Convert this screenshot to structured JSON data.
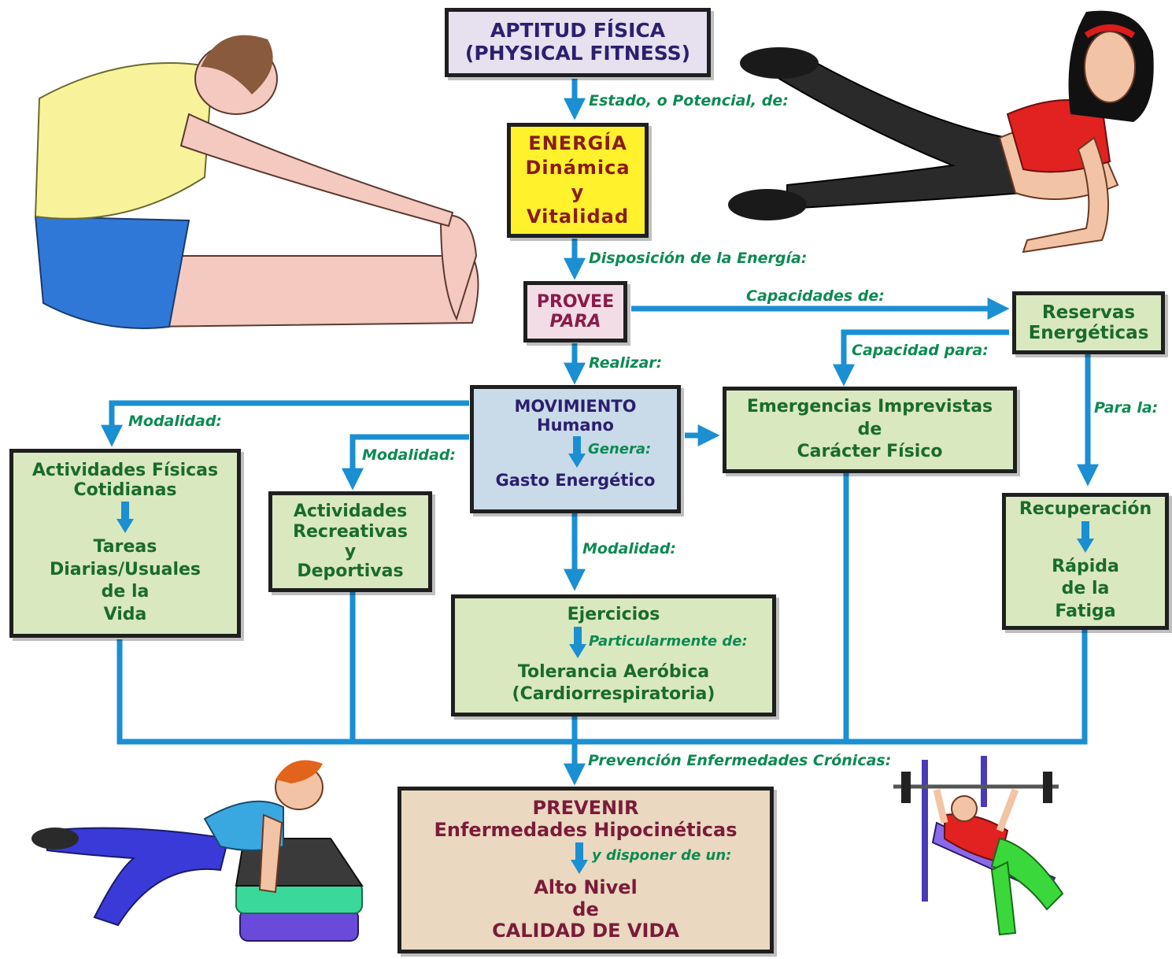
{
  "colors": {
    "connector": "#1a8fd1",
    "label_text": "#0d8a52",
    "node_green_fill": "#d9e8bf",
    "node_green_text": "#1a6b2b",
    "title_fill": "#e6e0ef",
    "title_text": "#2b1f6e",
    "energy_fill": "#fff12b",
    "energy_text": "#8a1b1b",
    "provee_fill": "#f2dde6",
    "movement_fill": "#c9dbe8",
    "final_fill": "#ead8c0",
    "final_text": "#7a1b3a"
  },
  "nodes": {
    "title": {
      "line1": "APTITUD FÍSICA",
      "line2": "(PHYSICAL FITNESS)"
    },
    "energy": {
      "line1": "ENERGÍA",
      "line2": "Dinámica",
      "line3": "y",
      "line4": "Vitalidad"
    },
    "provee": {
      "line1": "PROVEE",
      "line2": "PARA"
    },
    "reserves": {
      "line1": "Reservas",
      "line2": "Energéticas"
    },
    "movement": {
      "line1": "MOVIMIENTO",
      "line2": "Humano",
      "inner_label": "Genera:",
      "line3": "Gasto Energético"
    },
    "emergencies": {
      "line1": "Emergencias Imprevistas",
      "line2": "de",
      "line3": "Carácter Físico"
    },
    "daily": {
      "line1": "Actividades Físicas",
      "line2": "Cotidianas",
      "line3": "Tareas",
      "line4": "Diarias/Usuales",
      "line5": "de la",
      "line6": "Vida"
    },
    "recreational": {
      "line1": "Actividades",
      "line2": "Recreativas",
      "line3": "y",
      "line4": "Deportivas"
    },
    "exercises": {
      "line1": "Ejercicios",
      "inner_label": "Particularmente de:",
      "line2": "Tolerancia Aeróbica",
      "line3": "(Cardiorrespiratoria)"
    },
    "recovery": {
      "line1": "Recuperación",
      "line2": "Rápida",
      "line3": "de la",
      "line4": "Fatiga"
    },
    "final": {
      "line1": "PREVENIR",
      "line2": "Enfermedades Hipocinéticas",
      "inner_label": "y disponer de un:",
      "line3": "Alto Nivel",
      "line4": "de",
      "line5": "CALIDAD DE VIDA"
    }
  },
  "edge_labels": {
    "estado": "Estado, o Potencial, de:",
    "disposicion": "Disposición de la Energía:",
    "capacidades": "Capacidades de:",
    "realizar": "Realizar:",
    "capacidad_para": "Capacidad para:",
    "para_la": "Para la:",
    "modalidad_left": "Modalidad:",
    "modalidad_mid": "Modalidad:",
    "modalidad_down": "Modalidad:",
    "prevencion": "Prevención Enfermedades Crónicas:"
  },
  "illustrations": [
    "person-stretching-toe-touch",
    "woman-side-leg-raise",
    "woman-step-pushup",
    "man-bench-press"
  ]
}
